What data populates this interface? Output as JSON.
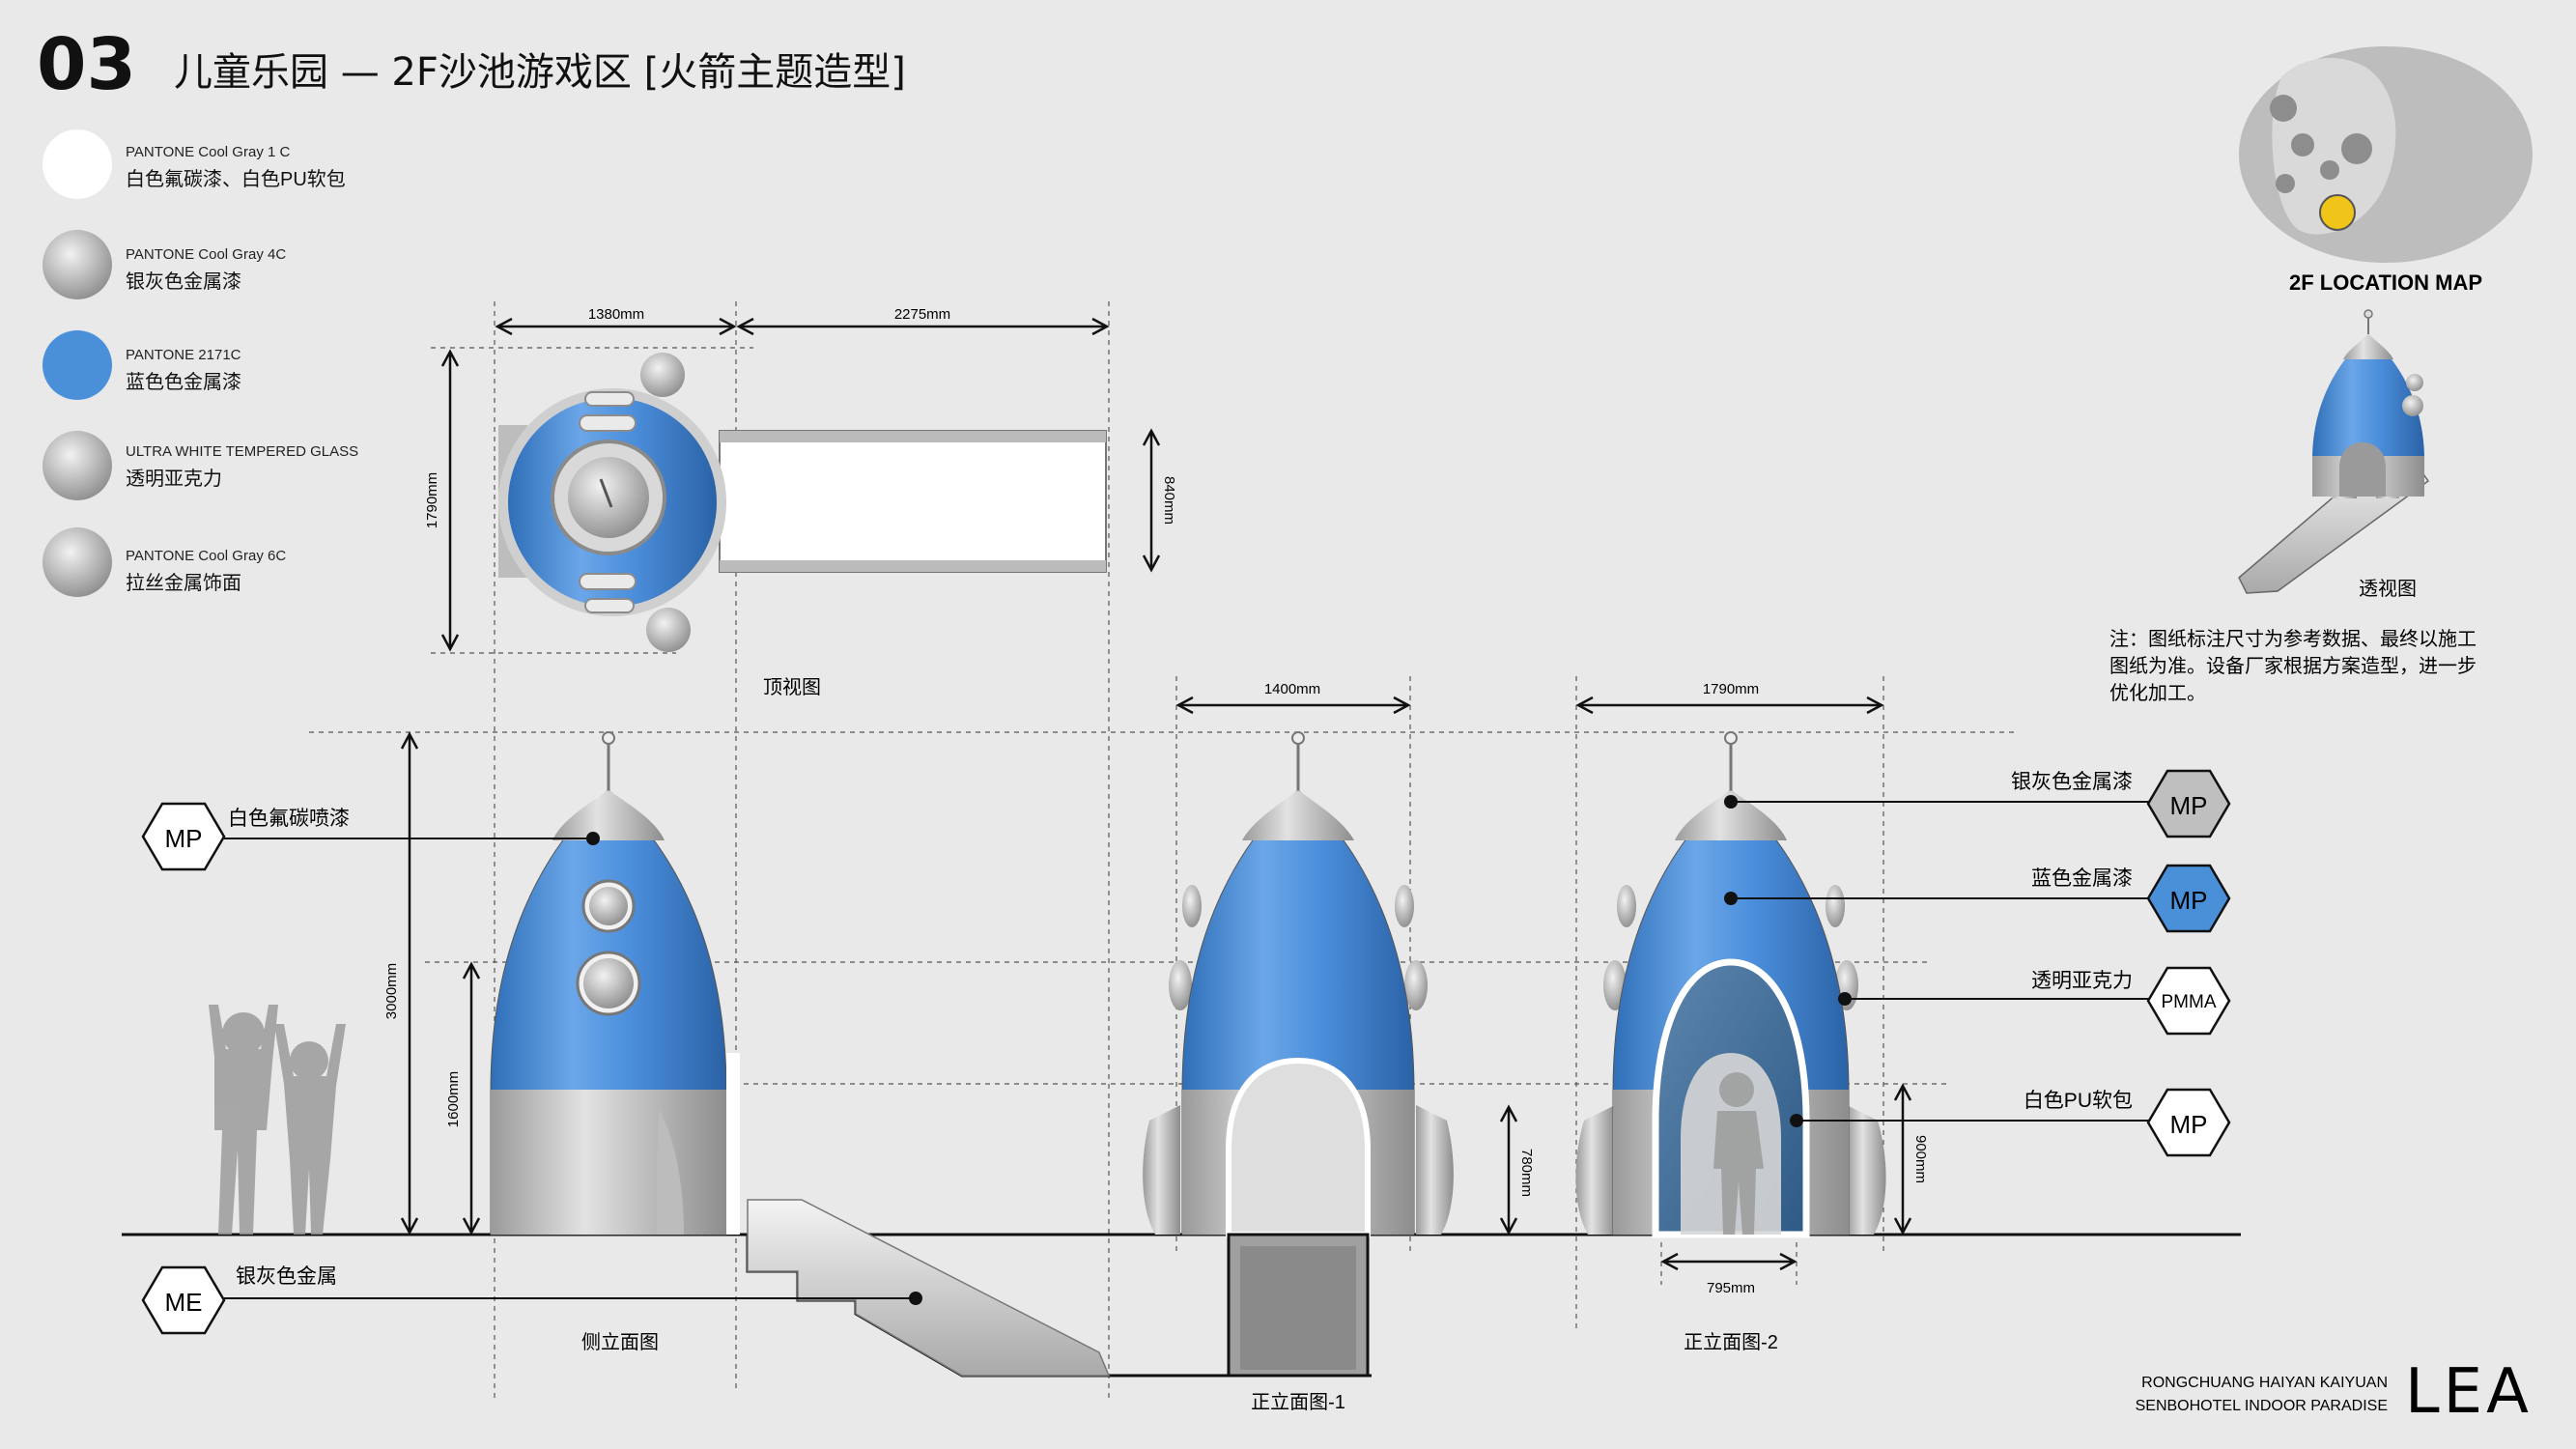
{
  "header": {
    "section_number": "03",
    "title": "儿童乐园 — 2F沙池游戏区 [火箭主题造型]"
  },
  "legend": [
    {
      "code": "PANTONE Cool Gray 1 C",
      "desc": "白色氟碳漆、白色PU软包",
      "swatch": "#ffffff"
    },
    {
      "code": "PANTONE Cool Gray 4C",
      "desc": "银灰色金属漆",
      "swatch": "#c4c4c4"
    },
    {
      "code": "PANTONE 2171C",
      "desc": "蓝色色金属漆",
      "swatch": "#4a90d9"
    },
    {
      "code": "ULTRA WHITE TEMPERED GLASS",
      "desc": "透明亚克力",
      "swatch": "#bdbdbd"
    },
    {
      "code": "PANTONE Cool Gray 6C",
      "desc": "拉丝金属饰面",
      "swatch": "#b0b0b0"
    }
  ],
  "top_view": {
    "caption": "顶视图",
    "dim_width_left": "1380mm",
    "dim_width_right": "2275mm",
    "dim_height": "1790mm",
    "dim_slide": "840mm"
  },
  "side_view": {
    "caption": "侧立面图",
    "dim_total": "3000mm",
    "dim_lower": "1600mm",
    "tag_top": {
      "code": "MP",
      "label": "白色氟碳喷漆"
    },
    "tag_bottom": {
      "code": "ME",
      "label": "银灰色金属"
    }
  },
  "front_view_1": {
    "caption": "正立面图-1",
    "dim_width": "1400mm",
    "dim_door": "780mm"
  },
  "front_view_2": {
    "caption": "正立面图-2",
    "dim_width": "1790mm",
    "dim_door_h": "900mm",
    "dim_door_w": "795mm",
    "tags": [
      {
        "code": "MP",
        "label": "银灰色金属漆",
        "color": "#bfbfbf"
      },
      {
        "code": "MP",
        "label": "蓝色金属漆",
        "color": "#4a90d9"
      },
      {
        "code": "PMMA",
        "label": "透明亚克力",
        "color": "#ffffff"
      },
      {
        "code": "MP",
        "label": "白色PU软包",
        "color": "#ffffff"
      }
    ]
  },
  "location_map": {
    "title": "2F LOCATION MAP"
  },
  "perspective": {
    "caption": "透视图"
  },
  "note": {
    "lines": [
      "注：图纸标注尺寸为参考数据、最终以施工",
      "图纸为准。设备厂家根据方案造型，进一步",
      "优化加工。"
    ]
  },
  "footer": {
    "project_line1": "RONGCHUANG HAIYAN KAIYUAN",
    "project_line2": "SENBOHOTEL INDOOR PARADISE",
    "logo": "LEA"
  },
  "colors": {
    "blue": "#4a90d9",
    "gray": "#c2c2c2",
    "bg": "#e9e9e9"
  }
}
